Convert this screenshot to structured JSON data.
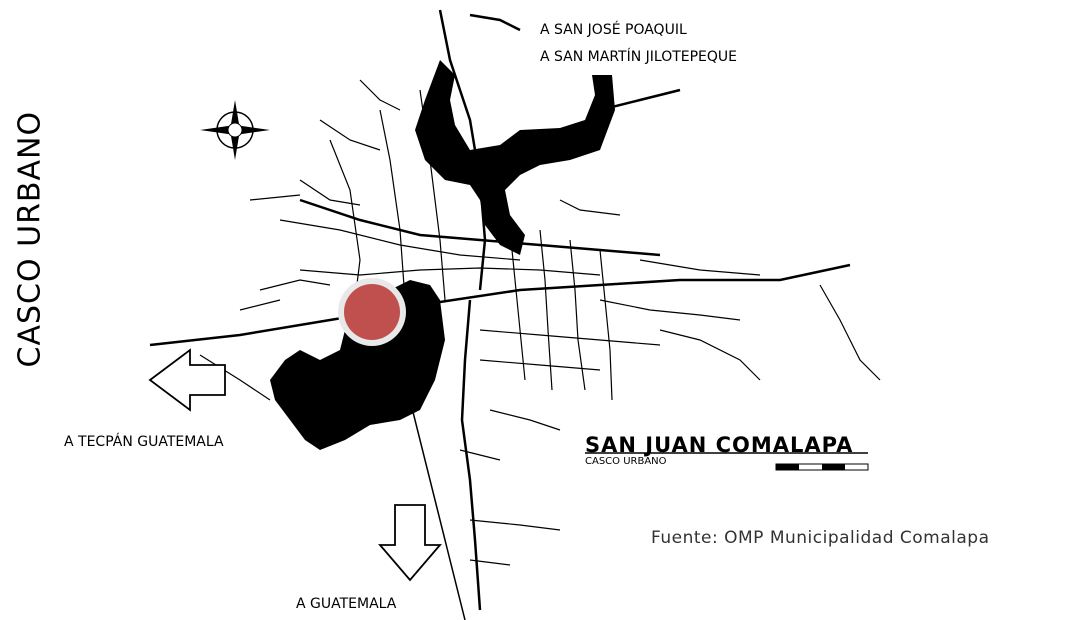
{
  "map": {
    "side_title": "CASCO URBANO",
    "destinations": {
      "north_1": "A SAN JOSÉ POAQUIL",
      "north_2": "A SAN MARTÍN JILOTEPEQUE",
      "west": "A TECPÁN GUATEMALA",
      "south": "A GUATEMALA"
    },
    "legend": {
      "title": "SAN JUAN COMALAPA",
      "subtitle": "CASCO URBANO"
    },
    "source": "Fuente: OMP Municipalidad Comalapa",
    "marker_color": "#c0504d"
  }
}
